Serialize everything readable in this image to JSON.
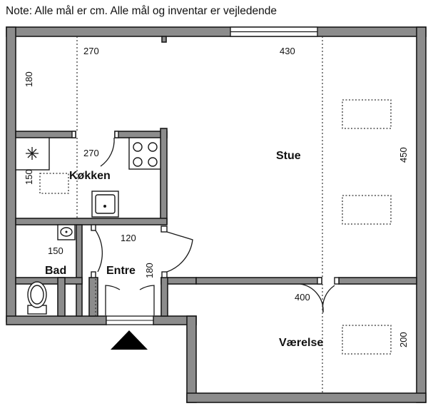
{
  "note": "Note: Alle mål er cm. Alle mål og inventar er vejledende",
  "rooms": {
    "stue": "Stue",
    "kokken": "Køkken",
    "bad": "Bad",
    "entre": "Entre",
    "vaerelse": "Værelse"
  },
  "dimensions": {
    "stue_width": "430",
    "stue_depth": "450",
    "top_left_width": "270",
    "top_left_depth": "180",
    "kitchen_width": "270",
    "kitchen_depth": "150",
    "bath_width": "150",
    "entre_width": "120",
    "entre_depth": "180",
    "bedroom_width": "400",
    "bedroom_depth": "200"
  }
}
